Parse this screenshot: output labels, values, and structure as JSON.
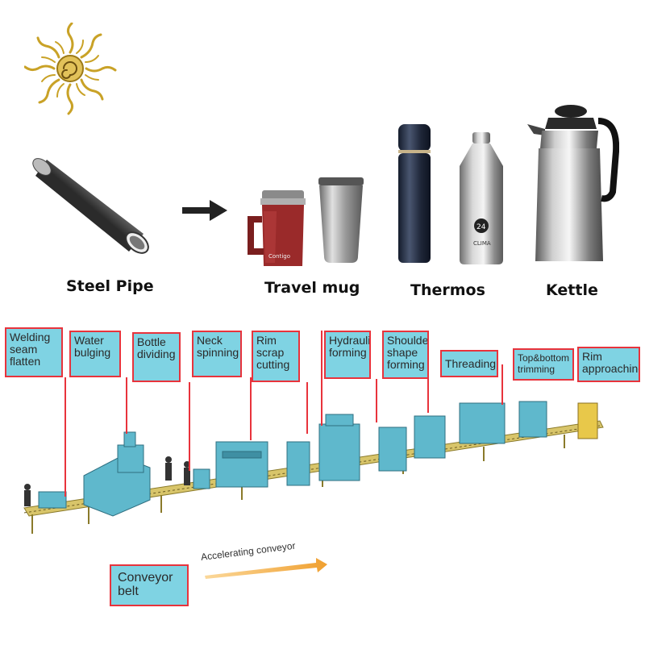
{
  "products": {
    "source_label": "Steel Pipe",
    "items": [
      {
        "label": "Travel mug"
      },
      {
        "label": "Thermos"
      },
      {
        "label": "Kettle"
      }
    ],
    "mug_brand": "Contigo",
    "bottle_brand": "CLIMA",
    "bottle_badge": "24"
  },
  "process_steps": [
    {
      "label": "Welding\nseam\nflatten"
    },
    {
      "label": "Water\nbulging"
    },
    {
      "label": "Bottle\ndividing"
    },
    {
      "label": "Neck\nspinning"
    },
    {
      "label": "Rim\nscrap\ncutting"
    },
    {
      "label": "Hydraulic\nforming"
    },
    {
      "label": "Shoulder\nshape\nforming"
    },
    {
      "label": "Threading"
    },
    {
      "label": "Top&bottom\ntrimming"
    },
    {
      "label": "Rim\napproaching"
    }
  ],
  "conveyor": {
    "belt_label": "Conveyor\nbelt",
    "accelerating_label": "Accelerating conveyor"
  },
  "colors": {
    "box_fill": "#7fd3e3",
    "box_border": "#e8333c",
    "machine": "#5fb8cc",
    "conveyor": "#d8c56a",
    "arrow": "#f0a030"
  }
}
